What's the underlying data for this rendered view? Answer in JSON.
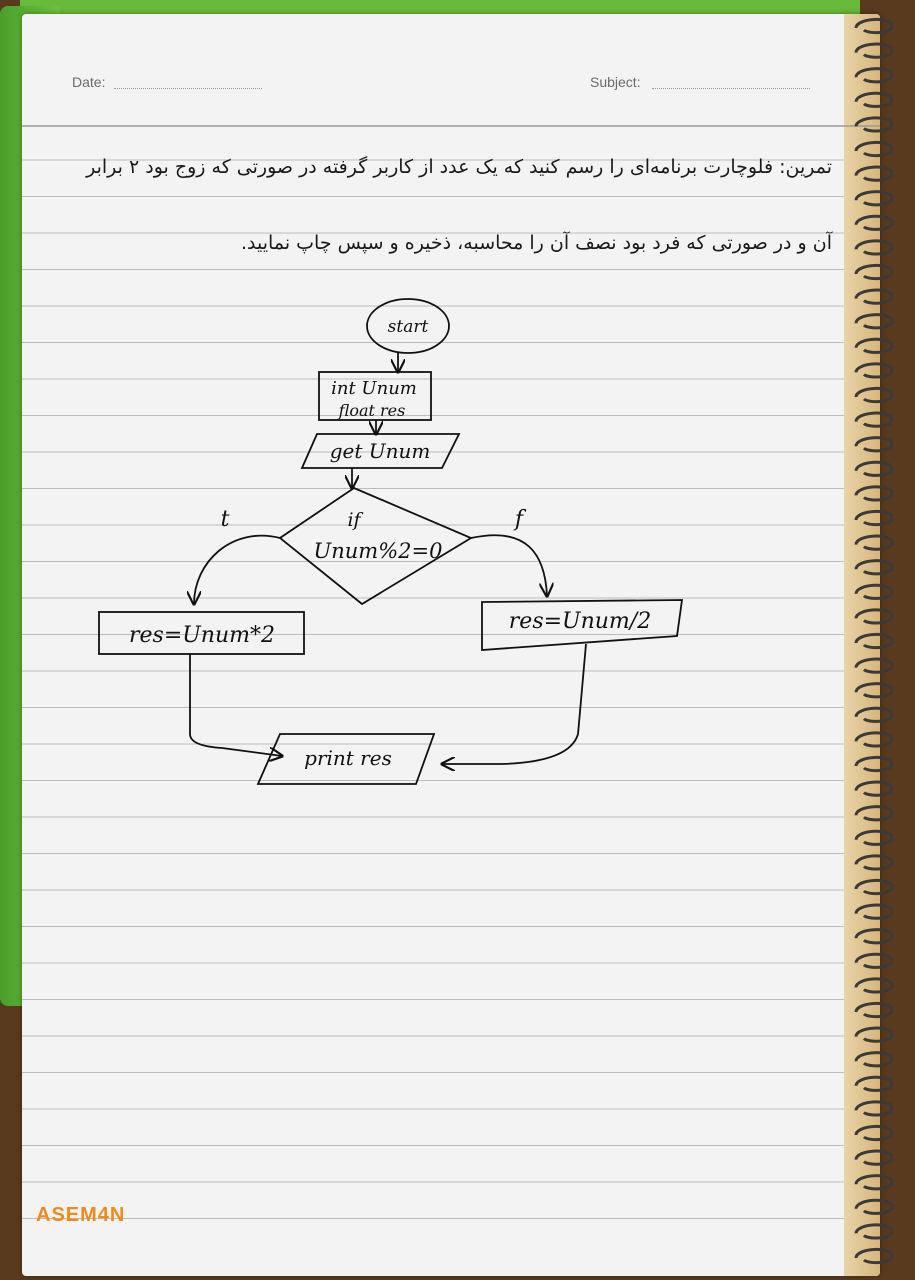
{
  "header": {
    "date_label": "Date:",
    "subject_label": "Subject:"
  },
  "question": {
    "line1": "تمرین: فلوچارت برنامه‌ای را رسم کنید که یک عدد از کاربر گرفته در صورتی که زوج بود ۲ برابر",
    "line2": "آن و در صورتی که فرد بود نصف آن را محاسبه، ذخیره و سپس چاپ نمایید."
  },
  "flowchart": {
    "start": "start",
    "declare_line1": "int Unum",
    "declare_line2": "float res",
    "input": "get Unum",
    "decision_line1": "if",
    "decision_line2": "Unum%2=0",
    "true_label": "t",
    "false_label": "f",
    "true_process": "res=Unum*2",
    "false_process": "res=Unum/2",
    "output": "print res"
  },
  "brand": "ASEM4N",
  "colors": {
    "paper": "#f3f3f4",
    "rule_line": "#bcbcbc",
    "margin_line": "#d9b39a",
    "ink": "#111111",
    "brand_orange": "#f08a1e",
    "cover_green": "#5cb032"
  }
}
